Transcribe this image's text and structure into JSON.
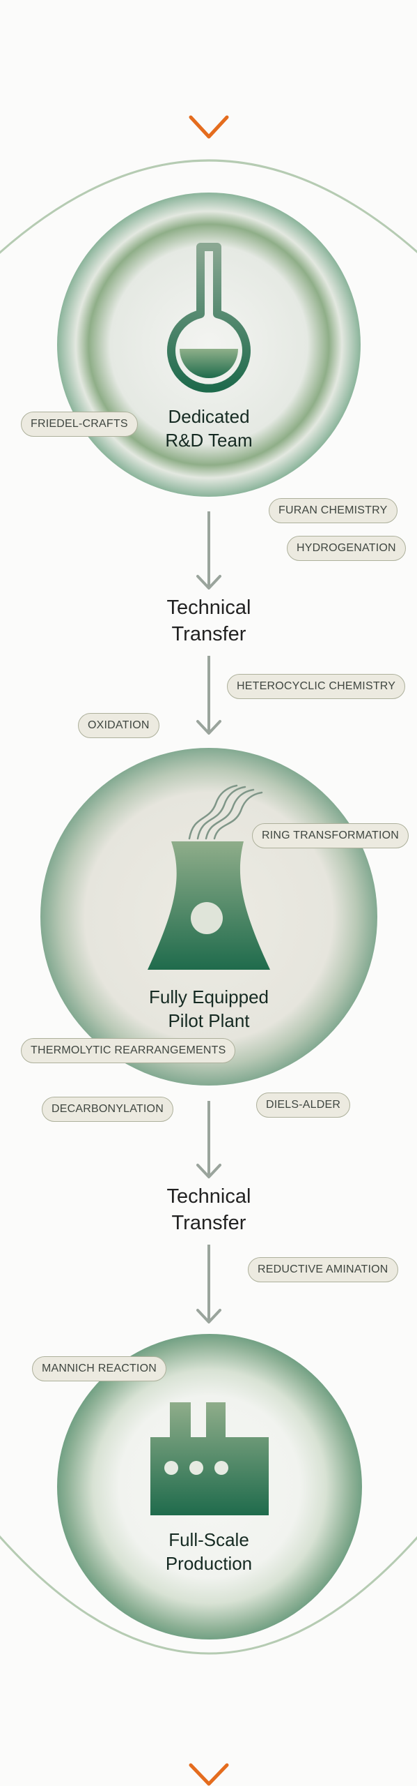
{
  "stages": {
    "rd": {
      "label": "Dedicated\nR&D Team",
      "icon": "flask-icon"
    },
    "pilot": {
      "label": "Fully Equipped\nPilot Plant",
      "icon": "cooling-tower-icon"
    },
    "production": {
      "label": "Full-Scale\nProduction",
      "icon": "factory-icon"
    }
  },
  "transfers": [
    {
      "label": "Technical\nTransfer"
    },
    {
      "label": "Technical\nTransfer"
    }
  ],
  "tags": {
    "friedel_crafts": "FRIEDEL-CRAFTS",
    "furan_chemistry": "FURAN CHEMISTRY",
    "hydrogenation": "HYDROGENATION",
    "heterocyclic_chemistry": "HETEROCYCLIC CHEMISTRY",
    "oxidation": "OXIDATION",
    "ring_transformation": "RING TRANSFORMATION",
    "thermolytic_rearrangements": "THERMOLYTIC REARRANGEMENTS",
    "decarbonylation": "DECARBONYLATION",
    "diels_alder": "DIELS-ALDER",
    "reductive_amination": "REDUCTIVE AMINATION",
    "mannich_reaction": "MANNICH REACTION"
  },
  "colors": {
    "accent_orange": "#e8772c",
    "arrow_gray": "#9aa49c",
    "deep_green": "#135e43",
    "enclosure_green": "#b5cbb2",
    "pill_fill": "#eceae0",
    "pill_border": "#adb09b"
  }
}
